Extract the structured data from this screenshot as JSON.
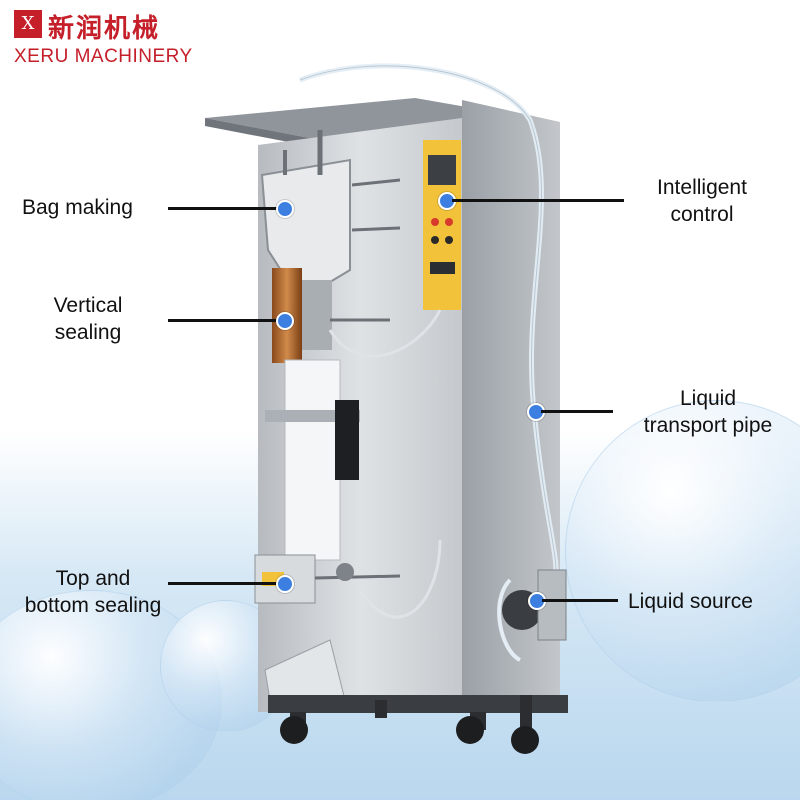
{
  "brand": {
    "mark": "X",
    "name_cn": "新润机械",
    "name_en": "XERU MACHINERY",
    "color": "#c51f2a"
  },
  "callouts": {
    "bag_making": {
      "lines": [
        "Bag making"
      ]
    },
    "vertical_sealing": {
      "lines": [
        "Vertical",
        "sealing"
      ]
    },
    "top_bottom_sealing": {
      "lines": [
        "Top and",
        "bottom sealing"
      ]
    },
    "intelligent_control": {
      "lines": [
        "Intelligent",
        "control"
      ]
    },
    "liquid_transport_pipe": {
      "lines": [
        "Liquid",
        "transport pipe"
      ]
    },
    "liquid_source": {
      "lines": [
        "Liquid source"
      ]
    }
  },
  "colors": {
    "dot": "#3d7fe0",
    "steel": "#c9ccd0",
    "panel": "#f2c23a"
  }
}
